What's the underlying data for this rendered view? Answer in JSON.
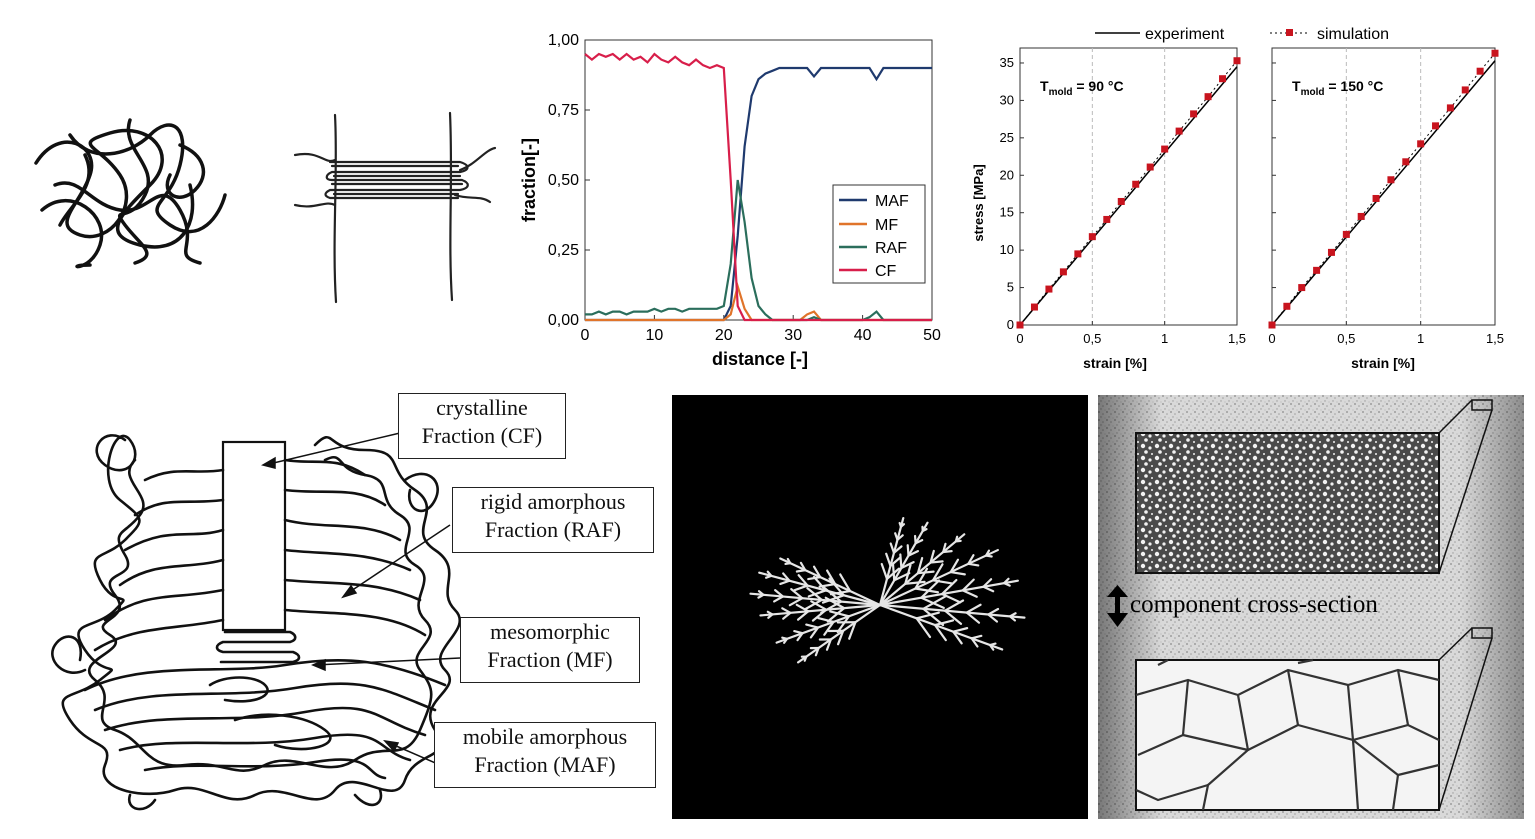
{
  "phase_chart": {
    "ylabel": "fraction[-]",
    "xlabel": "distance [-]",
    "yticks": [
      "1,00",
      "0,75",
      "0,50",
      "0,25",
      "0,00"
    ],
    "xticks": [
      "0",
      "10",
      "20",
      "30",
      "40",
      "50"
    ],
    "legend": [
      "MAF",
      "MF",
      "RAF",
      "CF"
    ]
  },
  "stress_chart": {
    "legend_experiment": "experiment",
    "legend_simulation": "simulation",
    "ylabel": "stress [MPa]",
    "xlabel_left": "strain [%]",
    "xlabel_right": "strain [%]",
    "yticks": [
      "35",
      "30",
      "25",
      "20",
      "15",
      "10",
      "5",
      "0"
    ],
    "xticks": [
      "0",
      "0,5",
      "1",
      "1,5"
    ],
    "panel_left": {
      "T": "T",
      "sub": "mold",
      "rest": " = 90 °C"
    },
    "panel_right": {
      "T": "T",
      "sub": "mold",
      "rest": " = 150 °C"
    }
  },
  "labels": {
    "cf_line1": "crystalline",
    "cf_line2": "Fraction (CF)",
    "raf_line1": "rigid amorphous",
    "raf_line2": "Fraction (RAF)",
    "mf_line1": "mesomorphic",
    "mf_line2": "Fraction (MF)",
    "maf_line1": "mobile amorphous",
    "maf_line2": "Fraction (MAF)",
    "cross_section": "component cross-section"
  },
  "chart_data": [
    {
      "type": "line",
      "x": [
        0,
        1,
        2,
        3,
        4,
        5,
        6,
        7,
        8,
        9,
        10,
        11,
        12,
        13,
        14,
        15,
        16,
        17,
        18,
        19,
        20,
        21,
        22,
        23,
        24,
        25,
        26,
        27,
        28,
        29,
        30,
        31,
        32,
        33,
        34,
        35,
        36,
        37,
        38,
        39,
        40,
        41,
        42,
        43,
        44,
        45,
        46,
        47,
        48,
        49,
        50
      ],
      "series": [
        {
          "name": "MAF",
          "values": [
            0,
            0,
            0,
            0,
            0,
            0,
            0,
            0,
            0,
            0,
            0,
            0,
            0,
            0,
            0,
            0,
            0,
            0,
            0,
            0,
            0,
            0.05,
            0.3,
            0.62,
            0.8,
            0.86,
            0.88,
            0.89,
            0.9,
            0.9,
            0.9,
            0.9,
            0.9,
            0.87,
            0.9,
            0.9,
            0.9,
            0.9,
            0.9,
            0.9,
            0.9,
            0.9,
            0.86,
            0.9,
            0.9,
            0.9,
            0.9,
            0.9,
            0.9,
            0.9,
            0.9
          ]
        },
        {
          "name": "MF",
          "values": [
            0,
            0,
            0,
            0,
            0,
            0,
            0,
            0,
            0,
            0,
            0,
            0,
            0,
            0,
            0,
            0,
            0,
            0,
            0,
            0,
            0,
            0.02,
            0.12,
            0.04,
            0,
            0,
            0,
            0,
            0,
            0,
            0,
            0,
            0.02,
            0.03,
            0,
            0,
            0,
            0,
            0,
            0,
            0,
            0,
            0,
            0,
            0,
            0,
            0,
            0,
            0,
            0,
            0
          ]
        },
        {
          "name": "RAF",
          "values": [
            0.02,
            0.02,
            0.03,
            0.02,
            0.03,
            0.03,
            0.02,
            0.03,
            0.03,
            0.03,
            0.04,
            0.03,
            0.04,
            0.04,
            0.03,
            0.04,
            0.04,
            0.04,
            0.04,
            0.04,
            0.05,
            0.2,
            0.5,
            0.35,
            0.15,
            0.05,
            0.02,
            0,
            0,
            0,
            0,
            0,
            0,
            0.01,
            0,
            0,
            0,
            0,
            0,
            0,
            0,
            0.01,
            0.03,
            0,
            0,
            0,
            0,
            0,
            0,
            0,
            0
          ]
        },
        {
          "name": "CF",
          "values": [
            0.95,
            0.93,
            0.95,
            0.94,
            0.95,
            0.93,
            0.95,
            0.93,
            0.94,
            0.92,
            0.95,
            0.93,
            0.92,
            0.94,
            0.92,
            0.91,
            0.93,
            0.91,
            0.9,
            0.91,
            0.9,
            0.5,
            0.05,
            0,
            0,
            0,
            0,
            0,
            0,
            0,
            0,
            0,
            0,
            0,
            0,
            0,
            0,
            0,
            0,
            0,
            0,
            0,
            0,
            0,
            0,
            0,
            0,
            0,
            0,
            0,
            0
          ]
        }
      ],
      "xlabel": "distance [-]",
      "ylabel": "fraction[-]",
      "xlim": [
        0,
        50
      ],
      "ylim": [
        0,
        1
      ],
      "legend": "right"
    },
    {
      "type": "line",
      "subplot": "T_mold = 90 °C",
      "xlim": [
        0,
        1.5
      ],
      "ylim": [
        0,
        37
      ],
      "series": [
        {
          "name": "experiment",
          "x": [
            0,
            1.5
          ],
          "y": [
            0,
            34.5
          ]
        },
        {
          "name": "simulation",
          "x": [
            0,
            0.1,
            0.2,
            0.3,
            0.4,
            0.5,
            0.6,
            0.7,
            0.8,
            0.9,
            1.0,
            1.1,
            1.2,
            1.3,
            1.4,
            1.5
          ],
          "y": [
            0,
            2.4,
            4.8,
            7.1,
            9.5,
            11.8,
            14.1,
            16.5,
            18.8,
            21.1,
            23.5,
            25.9,
            28.2,
            30.5,
            32.9,
            35.3
          ]
        }
      ],
      "xlabel": "strain [%]",
      "ylabel": "stress [MPa]"
    },
    {
      "type": "line",
      "subplot": "T_mold = 150 °C",
      "xlim": [
        0,
        1.5
      ],
      "ylim": [
        0,
        37
      ],
      "series": [
        {
          "name": "experiment",
          "x": [
            0,
            1.5
          ],
          "y": [
            0,
            35.3
          ]
        },
        {
          "name": "simulation",
          "x": [
            0,
            0.1,
            0.2,
            0.3,
            0.4,
            0.5,
            0.6,
            0.7,
            0.8,
            0.9,
            1.0,
            1.1,
            1.2,
            1.3,
            1.4,
            1.5
          ],
          "y": [
            0,
            2.5,
            5.0,
            7.3,
            9.7,
            12.1,
            14.5,
            16.9,
            19.4,
            21.8,
            24.2,
            26.6,
            29.0,
            31.4,
            33.9,
            36.3
          ]
        }
      ],
      "xlabel": "strain [%]"
    }
  ]
}
